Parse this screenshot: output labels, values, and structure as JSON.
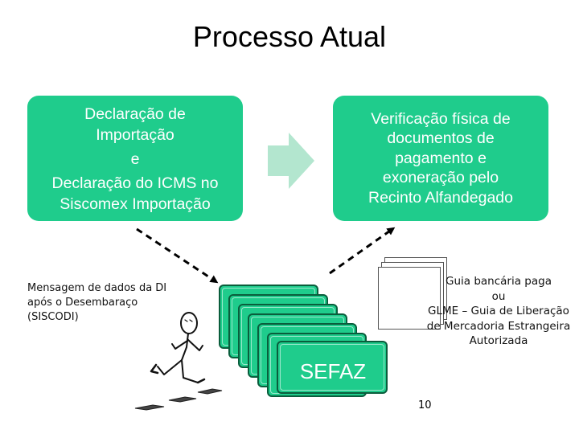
{
  "title": "Processo Atual",
  "left_box": {
    "line1": "Declaração de",
    "line2": "Importação",
    "line3": "e",
    "line4": "Declaração do ICMS no",
    "line5": "Siscomex Importação"
  },
  "right_box": {
    "line1": "Verificação física de",
    "line2": "documentos de",
    "line3": "pagamento e",
    "line4": "exoneração pelo",
    "line5": "Recinto Alfandegado"
  },
  "message_label": {
    "line1": "Mensagem de dados da DI",
    "line2": "após o Desembaraço",
    "line3": "(SISCODI)"
  },
  "guia_label": {
    "line1": "Guia bancária paga",
    "line2": "ou",
    "line3": "GLME – Guia de Liberação",
    "line4": "de Mercadoria Estrangeira",
    "line5": "Autorizada"
  },
  "sefaz_label": "SEFAZ",
  "page_number": "10",
  "colors": {
    "box_fill": "#1fcc8c",
    "arrow_fill": "#b3e6cf",
    "card_border": "#0a5d3c"
  }
}
